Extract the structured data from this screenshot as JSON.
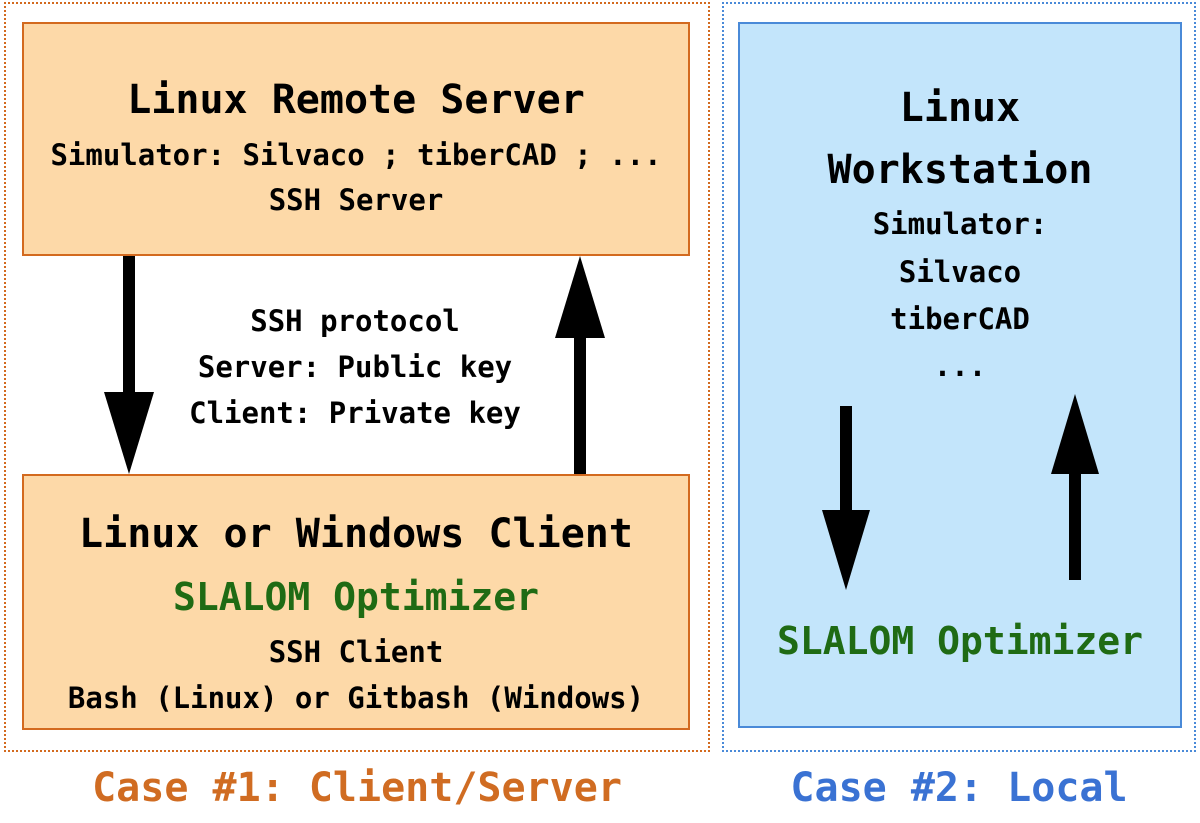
{
  "colors": {
    "orange_fill": "#fdd9a8",
    "orange_border": "#d36a1f",
    "blue_fill": "#c3e5fb",
    "blue_border": "#4a8ad8",
    "case1_caption": "#d06c22",
    "case2_caption": "#3a72d3",
    "green_text": "#1f6b14",
    "arrow": "#000000"
  },
  "case1": {
    "caption": "Case #1: Client/Server",
    "server": {
      "title": "Linux Remote Server",
      "simulator": "Simulator: Silvaco ; tiberCAD ; ...",
      "ssh": "SSH Server"
    },
    "protocol": {
      "line1": "SSH protocol",
      "line2": "Server: Public key",
      "line3": "Client: Private key"
    },
    "client": {
      "title": "Linux or Windows Client",
      "optimizer": "SLALOM Optimizer",
      "ssh": "SSH Client",
      "shell": "Bash (Linux) or Gitbash (Windows)"
    }
  },
  "case2": {
    "caption": "Case #2: Local",
    "workstation": {
      "title_line1": "Linux",
      "title_line2": "Workstation",
      "simulator_label": "Simulator:",
      "sim1": "Silvaco",
      "sim2": "tiberCAD",
      "sim3": "...",
      "optimizer": "SLALOM Optimizer"
    }
  }
}
